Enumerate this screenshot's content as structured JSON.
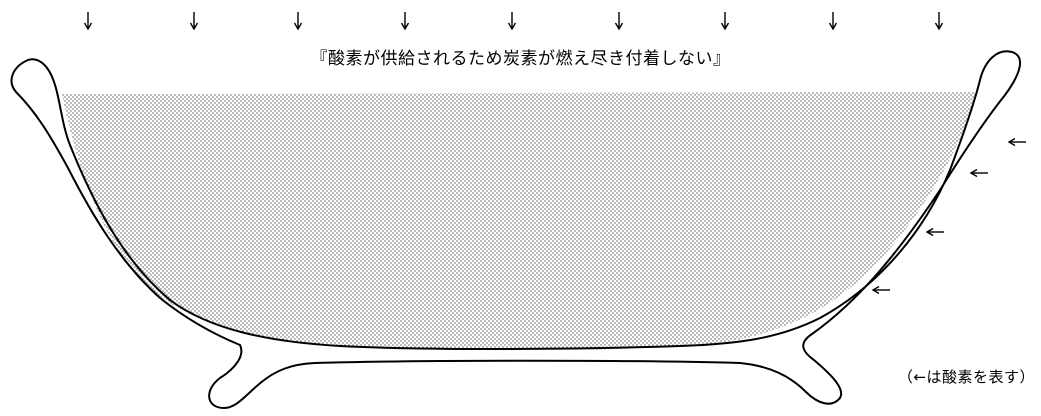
{
  "caption": "『酸素が供給されるため炭素が燃え尽き付着しない』",
  "legend": "（←は酸素を表す）",
  "top_arrow_count": 9,
  "side_arrow_count": 4,
  "icons": {
    "top_arrow": "down-arrow-icon",
    "side_arrow": "left-arrow-icon"
  }
}
